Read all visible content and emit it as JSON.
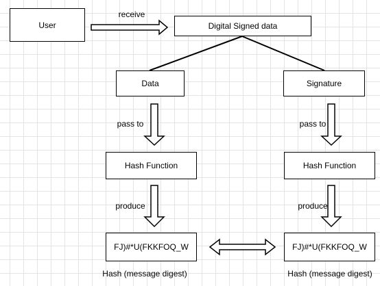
{
  "nodes": {
    "user": "User",
    "signed_data": "Digital Signed data",
    "data": "Data",
    "signature": "Signature",
    "hash_fn_left": "Hash Function",
    "hash_fn_right": "Hash Function",
    "digest_left": "FJ)#*U(FKKFOQ_W",
    "digest_right": "FJ)#*U(FKKFOQ_W"
  },
  "edge_labels": {
    "receive": "receive",
    "pass_to_left": "pass to",
    "pass_to_right": "pass to",
    "produce_left": "produce",
    "produce_right": "produce"
  },
  "captions": {
    "left": "Hash (message digest)",
    "right": "Hash (message digest)"
  }
}
